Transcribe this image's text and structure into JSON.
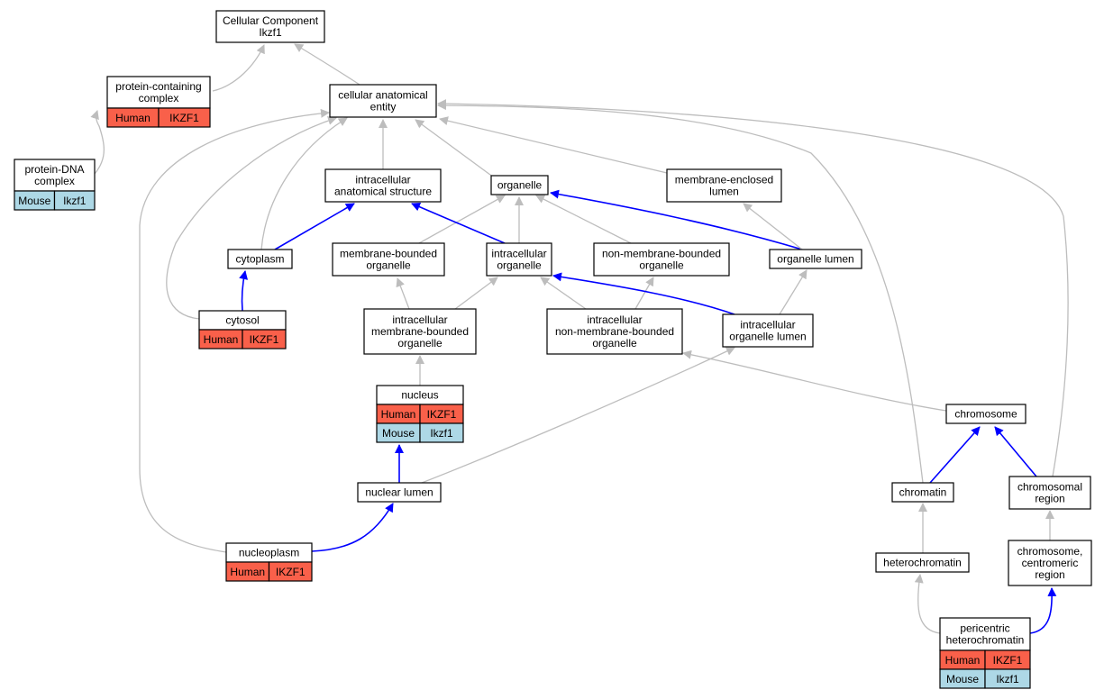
{
  "colors": {
    "human": "#f9604a",
    "mouse": "#add8e6",
    "edge_is_a": "#bdbdbd",
    "edge_part_of": "#0000ff"
  },
  "nodes": {
    "root": {
      "lines": [
        "Cellular Component",
        "Ikzf1"
      ]
    },
    "pcc": {
      "lines": [
        "protein-containing",
        "complex"
      ],
      "rows": [
        [
          "Human",
          "IKZF1"
        ]
      ]
    },
    "pdna": {
      "lines": [
        "protein-DNA",
        "complex"
      ],
      "rows": [
        [
          "Mouse",
          "Ikzf1"
        ]
      ]
    },
    "cae": {
      "lines": [
        "cellular anatomical",
        "entity"
      ]
    },
    "ias": {
      "lines": [
        "intracellular",
        "anatomical structure"
      ]
    },
    "org": {
      "lines": [
        "organelle"
      ]
    },
    "mel": {
      "lines": [
        "membrane-enclosed",
        "lumen"
      ]
    },
    "cyto": {
      "lines": [
        "cytoplasm"
      ]
    },
    "mbo": {
      "lines": [
        "membrane-bounded",
        "organelle"
      ]
    },
    "io": {
      "lines": [
        "intracellular",
        "organelle"
      ]
    },
    "nmbo": {
      "lines": [
        "non-membrane-bounded",
        "organelle"
      ]
    },
    "ol": {
      "lines": [
        "organelle lumen"
      ]
    },
    "cytosol": {
      "lines": [
        "cytosol"
      ],
      "rows": [
        [
          "Human",
          "IKZF1"
        ]
      ]
    },
    "imbo": {
      "lines": [
        "intracellular",
        "membrane-bounded",
        "organelle"
      ]
    },
    "inmbo": {
      "lines": [
        "intracellular",
        "non-membrane-bounded",
        "organelle"
      ]
    },
    "iol": {
      "lines": [
        "intracellular",
        "organelle lumen"
      ]
    },
    "nucleus": {
      "lines": [
        "nucleus"
      ],
      "rows": [
        [
          "Human",
          "IKZF1"
        ],
        [
          "Mouse",
          "Ikzf1"
        ]
      ]
    },
    "chrom": {
      "lines": [
        "chromosome"
      ]
    },
    "nl": {
      "lines": [
        "nuclear lumen"
      ]
    },
    "chromatin": {
      "lines": [
        "chromatin"
      ]
    },
    "cr": {
      "lines": [
        "chromosomal",
        "region"
      ]
    },
    "np": {
      "lines": [
        "nucleoplasm"
      ],
      "rows": [
        [
          "Human",
          "IKZF1"
        ]
      ]
    },
    "het": {
      "lines": [
        "heterochromatin"
      ]
    },
    "ccr": {
      "lines": [
        "chromosome,",
        "centromeric",
        "region"
      ]
    },
    "phc": {
      "lines": [
        "pericentric",
        "heterochromatin"
      ],
      "rows": [
        [
          "Human",
          "IKZF1"
        ],
        [
          "Mouse",
          "Ikzf1"
        ]
      ]
    }
  }
}
